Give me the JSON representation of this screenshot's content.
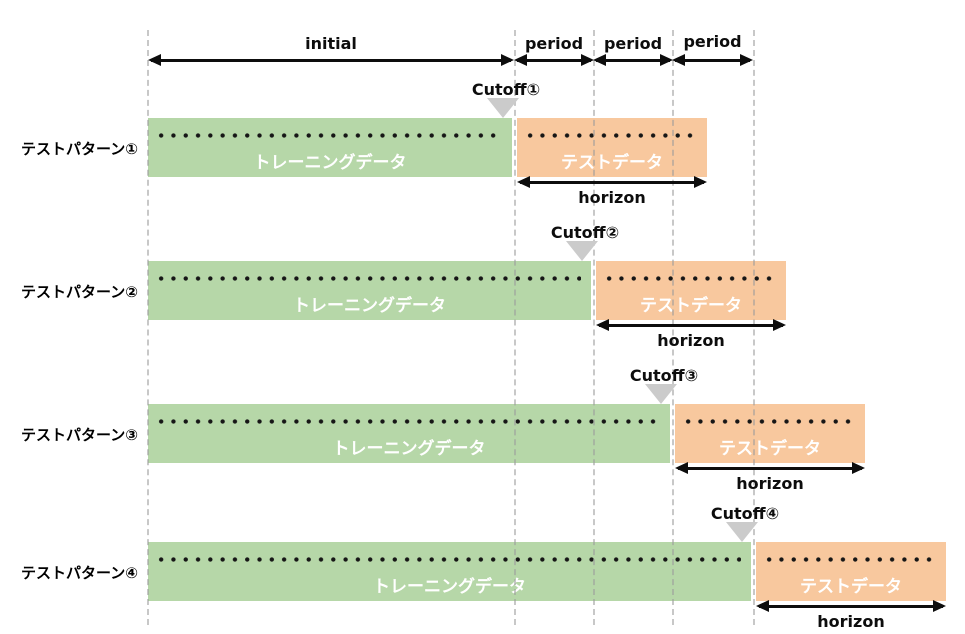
{
  "axis": {
    "initial_label": "initial",
    "period_labels": [
      "period",
      "period",
      "period"
    ]
  },
  "rows": [
    {
      "name": "テストパターン①",
      "cutoff": "Cutoff①",
      "training": "トレーニングデータ",
      "test": "テストデータ",
      "horizon": "horizon"
    },
    {
      "name": "テストパターン②",
      "cutoff": "Cutoff②",
      "training": "トレーニングデータ",
      "test": "テストデータ",
      "horizon": "horizon"
    },
    {
      "name": "テストパターン③",
      "cutoff": "Cutoff③",
      "training": "トレーニングデータ",
      "test": "テストデータ",
      "horizon": "horizon"
    },
    {
      "name": "テストパターン④",
      "cutoff": "Cutoff④",
      "training": "トレーニングデータ",
      "test": "テストデータ",
      "horizon": "horizon"
    }
  ],
  "colors": {
    "training_bar": "#b6d7a8",
    "test_bar": "#f8c89e",
    "cutoff_marker": "#cbcbcb",
    "dashed_gridline": "#9b9b9b",
    "arrow": "#0d0d0d",
    "bar_text": "#ffffff",
    "dots": "#161616",
    "background": "#ffffff"
  }
}
